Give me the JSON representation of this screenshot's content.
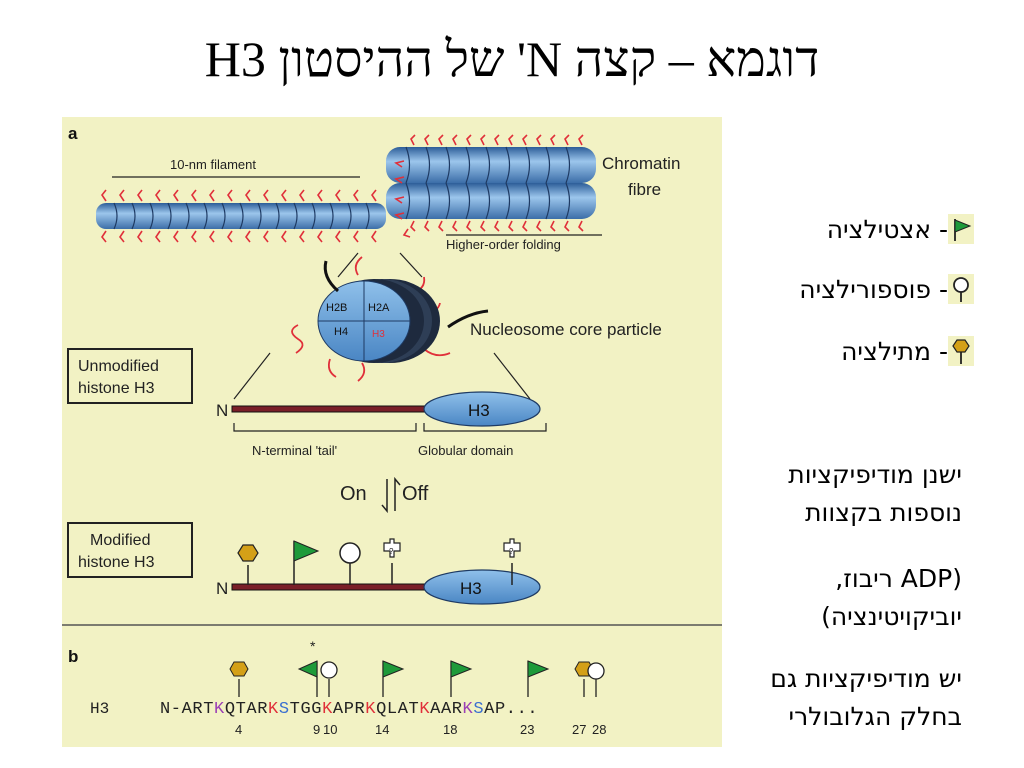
{
  "slide": {
    "title": "דוגמא – קצה N' של ההיסטון H3"
  },
  "legend": {
    "items": [
      {
        "label": "- אצטילציה",
        "icon": "green-flag-icon"
      },
      {
        "label": "- פוספורילציה",
        "icon": "lollipop-circle-icon"
      },
      {
        "label": "- מתילציה",
        "icon": "hexagon-pin-icon"
      }
    ]
  },
  "notes": {
    "note1": "ישנן מודיפיקציות נוספות בקצוות",
    "note2_line1": "(ADP ריבוז,",
    "note2_line2": "יוביקויטינציה)",
    "note3": "יש מודיפיקציות גם בחלק הגלובולרי"
  },
  "figure": {
    "panel_a_label": "a",
    "panel_b_label": "b",
    "filament_label": "10-nm filament",
    "chromatin_label_1": "Chromatin",
    "chromatin_label_2": "fibre",
    "higher_order_label": "Higher-order folding",
    "core_particle_label": "Nucleosome core particle",
    "histone_labels": [
      "H2B",
      "H2A",
      "H4",
      "H3"
    ],
    "unmodified_label_1": "Unmodified",
    "unmodified_label_2": "histone H3",
    "modified_label_1": "Modified",
    "modified_label_2": "histone H3",
    "n_label": "N",
    "h3_label": "H3",
    "tail_label": "N-terminal 'tail'",
    "globular_label": "Globular domain",
    "on_label": "On",
    "off_label": "Off",
    "sequence_row_label": "H3",
    "sequence_star": "*",
    "sequence_segments": [
      {
        "t": "N-ART",
        "c": "#222222"
      },
      {
        "t": "K",
        "c": "#9b3fb5"
      },
      {
        "t": "QTAR",
        "c": "#222222"
      },
      {
        "t": "K",
        "c": "#e0303a"
      },
      {
        "t": "S",
        "c": "#3a6fd0"
      },
      {
        "t": "TGG",
        "c": "#222222"
      },
      {
        "t": "K",
        "c": "#e0303a"
      },
      {
        "t": "APR",
        "c": "#222222"
      },
      {
        "t": "K",
        "c": "#e0303a"
      },
      {
        "t": "QLAT",
        "c": "#222222"
      },
      {
        "t": "K",
        "c": "#e0303a"
      },
      {
        "t": "AAR",
        "c": "#222222"
      },
      {
        "t": "K",
        "c": "#9b3fb5"
      },
      {
        "t": "S",
        "c": "#3a6fd0"
      },
      {
        "t": "AP...",
        "c": "#222222"
      }
    ],
    "residue_numbers": [
      "4",
      "9",
      "10",
      "14",
      "18",
      "23",
      "27",
      "28"
    ]
  }
}
